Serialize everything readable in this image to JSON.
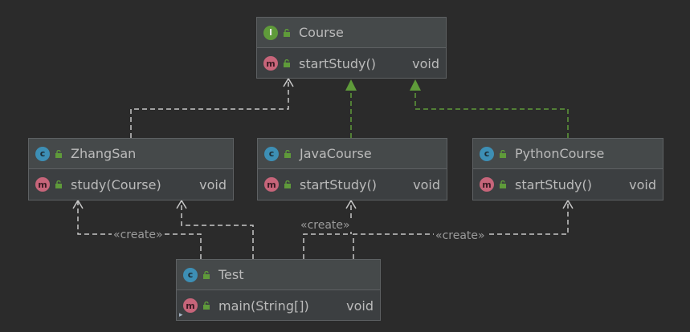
{
  "colors": {
    "background": "#2b2b2b",
    "box_fill": "#3c3f41",
    "box_border": "#5e6163",
    "text": "#bbbbbb",
    "dependency_line": "#c8c8c8",
    "realization_line": "#5f9b3a"
  },
  "classes": {
    "course": {
      "badge": "I",
      "name": "Course",
      "method": "startStudy()",
      "return_type": "void"
    },
    "zhangsan": {
      "badge": "c",
      "name": "ZhangSan",
      "method": "study(Course)",
      "return_type": "void"
    },
    "javacourse": {
      "badge": "c",
      "name": "JavaCourse",
      "method": "startStudy()",
      "return_type": "void"
    },
    "pythoncourse": {
      "badge": "c",
      "name": "PythonCourse",
      "method": "startStudy()",
      "return_type": "void"
    },
    "test": {
      "badge": "c",
      "name": "Test",
      "method": "main(String[])",
      "return_type": "void"
    }
  },
  "method_badge": "m",
  "labels": {
    "create_left": "«create»",
    "create_middle": "«create»",
    "create_right": "«create»"
  }
}
